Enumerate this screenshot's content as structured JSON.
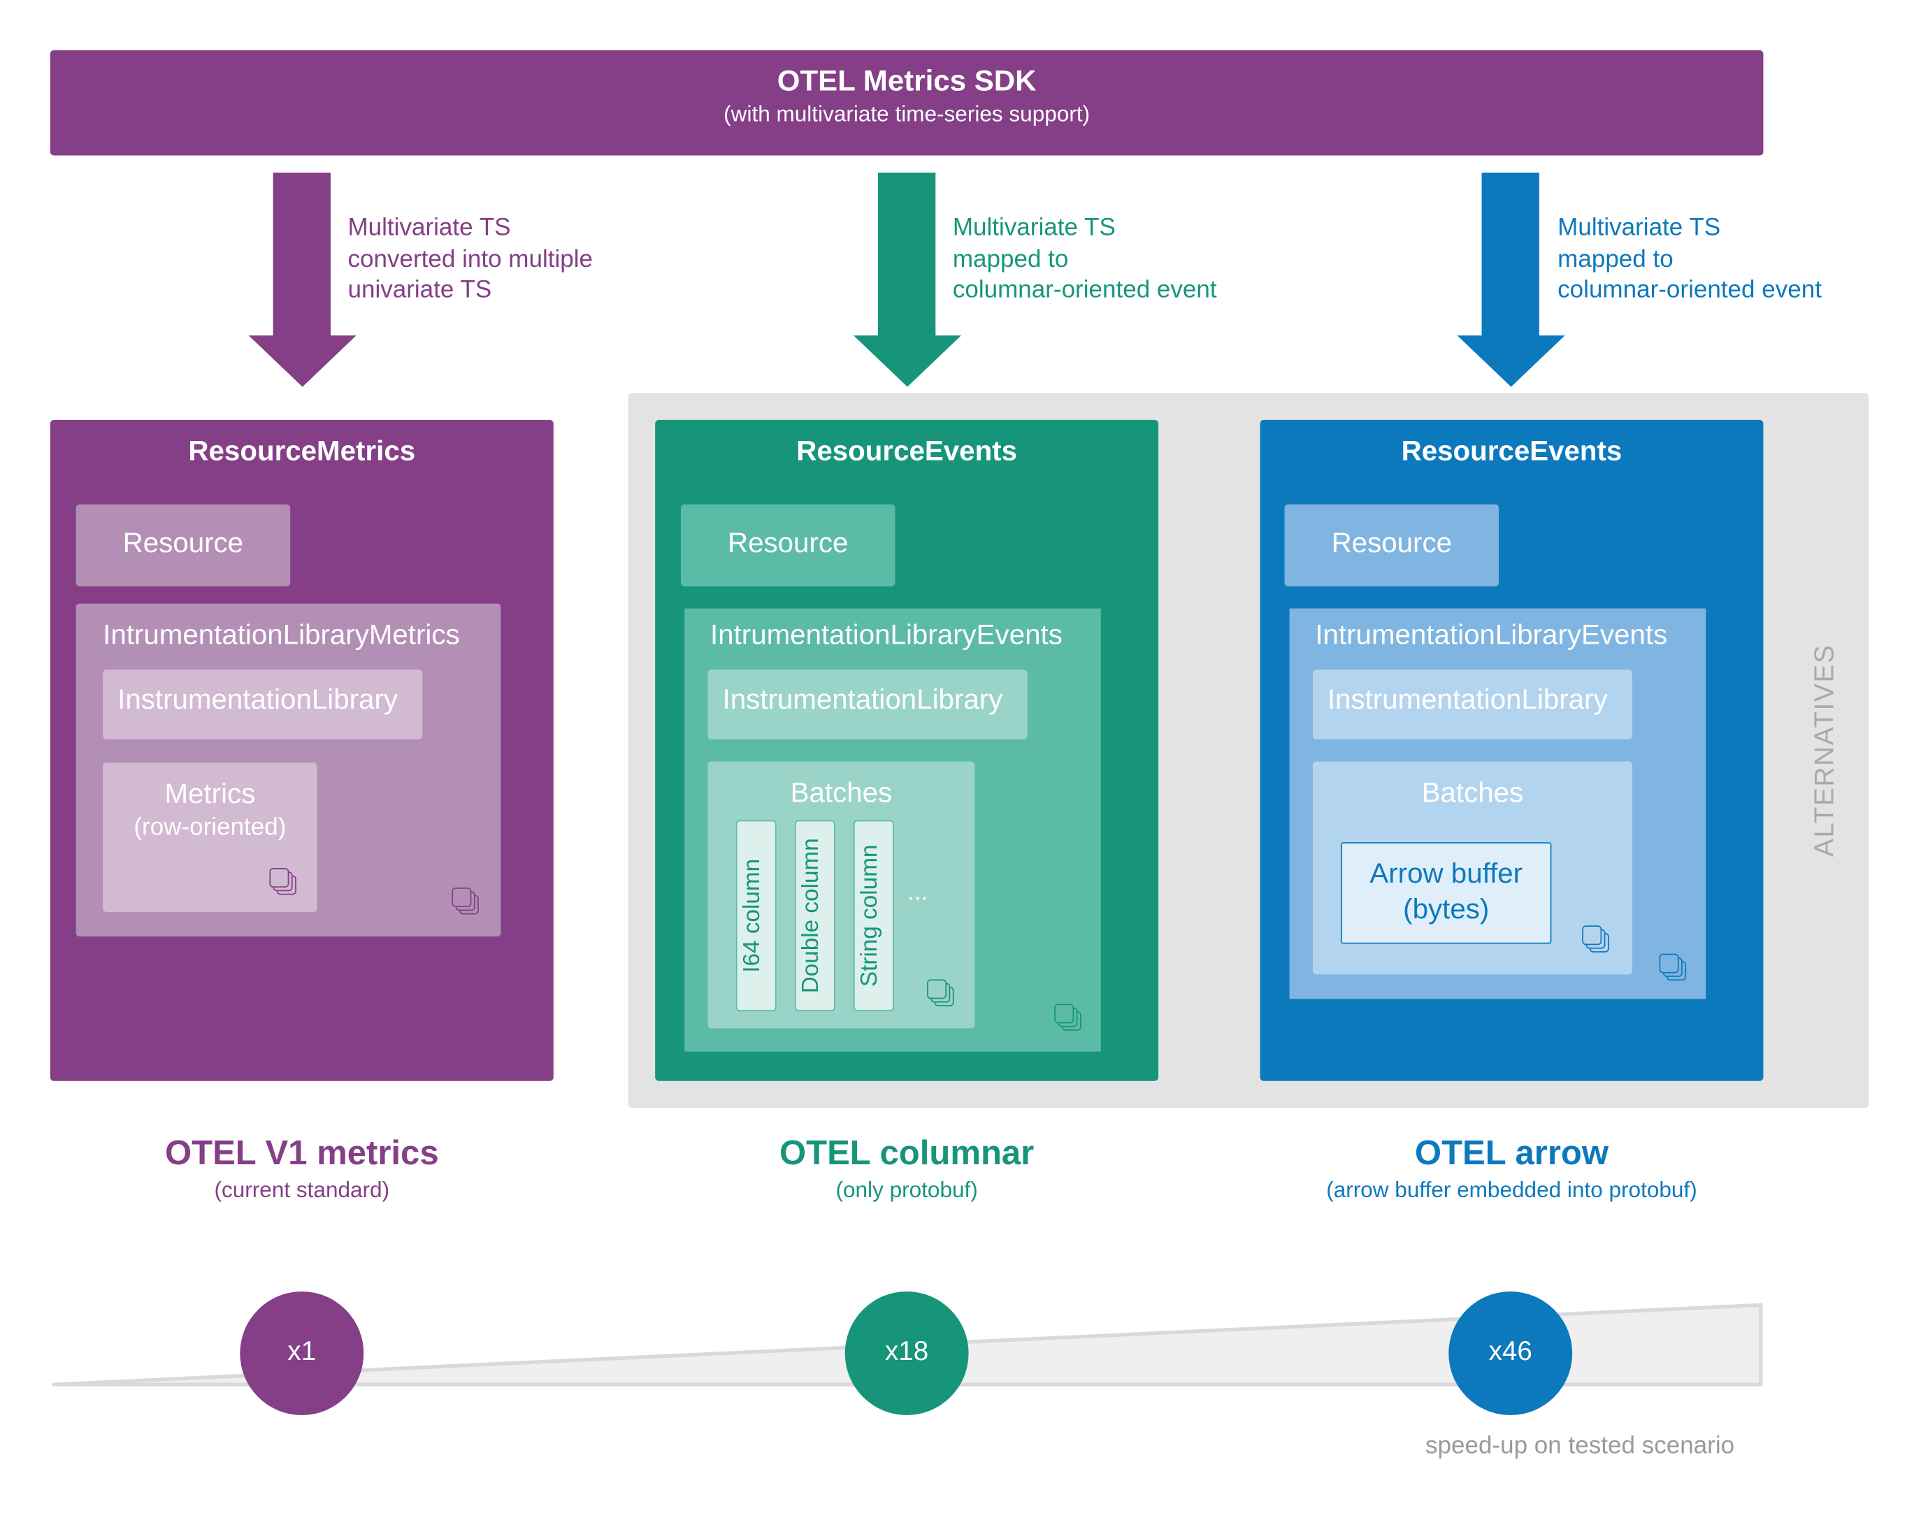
{
  "sdk": {
    "title": "OTEL Metrics SDK",
    "subtitle": "(with multivariate time-series support)"
  },
  "colors": {
    "purple": "#843f86",
    "teal": "#17957b",
    "blue": "#0d79bd",
    "alternatives_bg": "#e3e3e3",
    "gray_text": "#9a9a9a"
  },
  "arrows": [
    {
      "lines": [
        "Multivariate TS",
        "converted into multiple",
        "univariate TS"
      ]
    },
    {
      "lines": [
        "Multivariate TS",
        "mapped to",
        "columnar-oriented event"
      ]
    },
    {
      "lines": [
        "Multivariate TS",
        "mapped to",
        "columnar-oriented event"
      ]
    }
  ],
  "v1": {
    "title": "ResourceMetrics",
    "resource": "Resource",
    "library_metrics": "IntrumentationLibraryMetrics",
    "library": "InstrumentationLibrary",
    "metrics": "Metrics",
    "metrics_sub": "(row-oriented)",
    "label": "OTEL V1 metrics",
    "label_sub": "(current standard)",
    "speedup": "x1"
  },
  "columnar": {
    "title": "ResourceEvents",
    "resource": "Resource",
    "library_events": "IntrumentationLibraryEvents",
    "library": "InstrumentationLibrary",
    "batches": "Batches",
    "columns": [
      "I64 column",
      "Double column",
      "String column"
    ],
    "ellipsis": "...",
    "label": "OTEL columnar",
    "label_sub": "(only protobuf)",
    "speedup": "x18"
  },
  "arrow": {
    "title": "ResourceEvents",
    "resource": "Resource",
    "library_events": "IntrumentationLibraryEvents",
    "library": "InstrumentationLibrary",
    "batches": "Batches",
    "buffer": "Arrow buffer",
    "buffer_sub": "(bytes)",
    "label": "OTEL arrow",
    "label_sub": "(arrow buffer embedded into protobuf)",
    "speedup": "x46"
  },
  "alternatives": "ALTERNATIVES",
  "speedup_caption": "speed-up on tested scenario"
}
